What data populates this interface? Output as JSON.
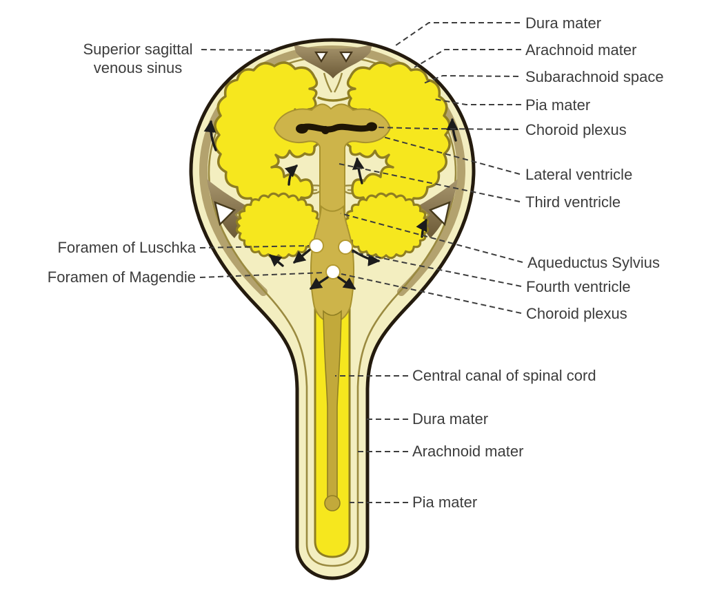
{
  "diagram": {
    "labels_left": [
      {
        "text": "Superior sagittal",
        "text2": "venous sinus"
      },
      {
        "text": "Foramen of Luschka"
      },
      {
        "text": "Foramen of Magendie"
      }
    ],
    "labels_right": [
      "Dura mater",
      "Arachnoid mater",
      "Subarachnoid space",
      "Pia mater",
      "Choroid plexus",
      "Lateral ventricle",
      "Third ventricle",
      "Aqueductus Sylvius",
      "Fourth ventricle",
      "Choroid plexus"
    ],
    "labels_lower_right": [
      "Central canal of spinal cord",
      "Dura mater",
      "Arachnoid mater",
      "Pia mater"
    ],
    "icons": {
      "flow_arrows": "csf-flow-arrow",
      "foramina_openings": "white-circle-opening",
      "venous_spaces": "white-triangle"
    },
    "colors": {
      "background": "#ffffff",
      "outline_dark": "#241b0e",
      "skull_band_tan": "#b3a26e",
      "csf_cream": "#f3eec0",
      "brain_yellow": "#f6e71e",
      "cortex_outline_olive": "#8f7e22",
      "ventricle_khaki": "#cdb44a",
      "central_canal_khaki": "#c2a93b",
      "sinus_brown_light": "#a8966e",
      "sinus_brown_dark": "#6b5936",
      "choroid_black": "#1e1505",
      "label_text": "#3c3c3c"
    }
  }
}
